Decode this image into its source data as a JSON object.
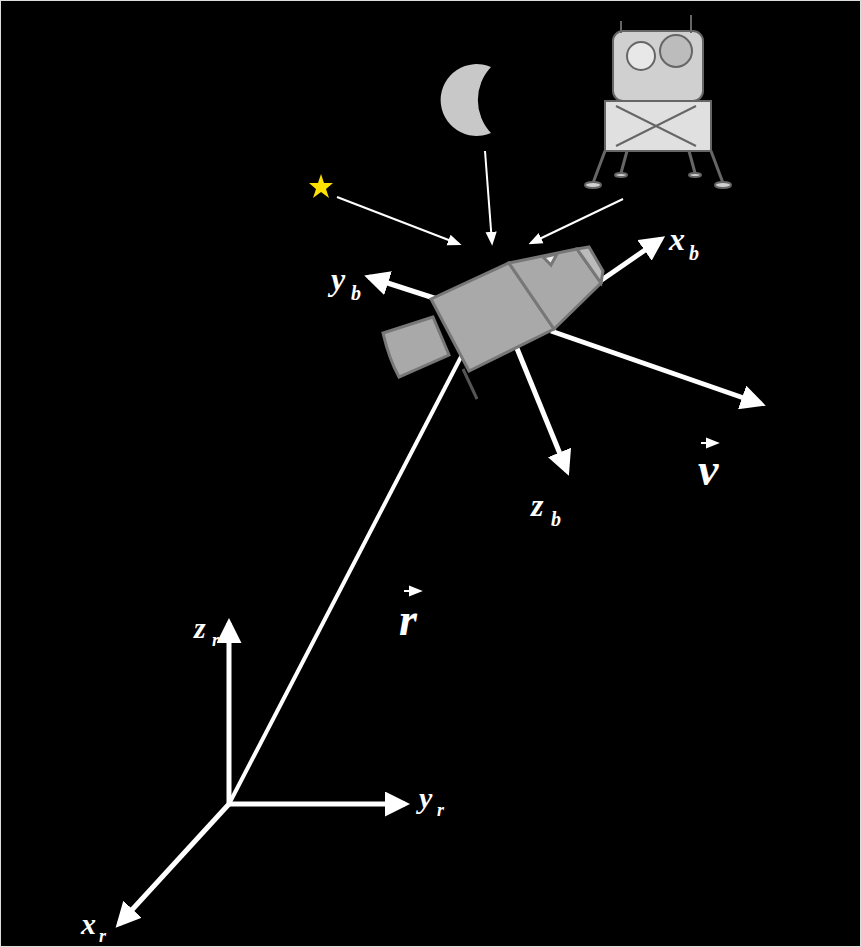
{
  "diagram": {
    "labels": [
      "x",
      "b",
      "y",
      "b",
      "z",
      "b",
      "v",
      "r",
      "z",
      "r",
      "y",
      "r",
      "x",
      "r"
    ]
  }
}
